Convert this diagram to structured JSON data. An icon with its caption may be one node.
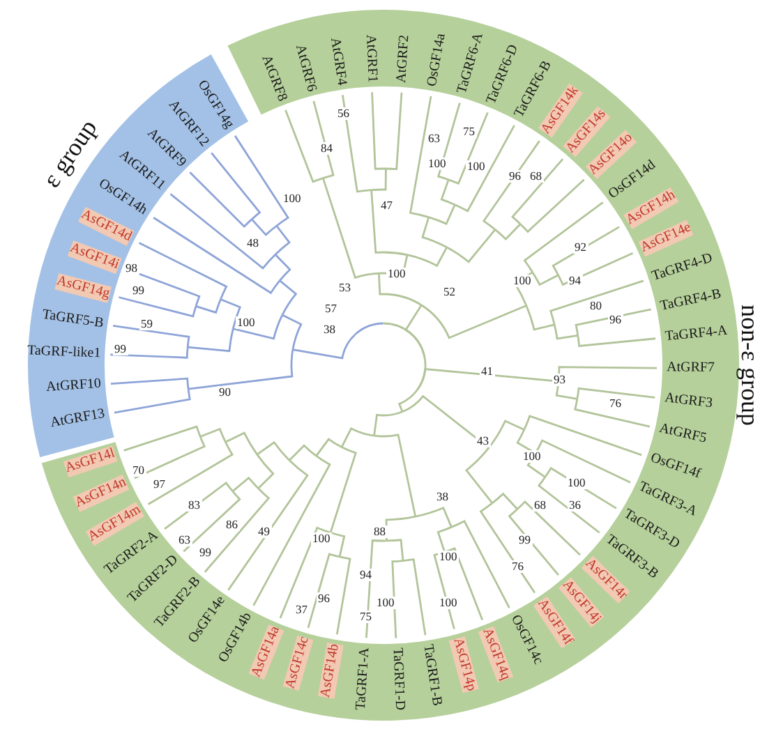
{
  "diagram": {
    "nodes": [
      {
        "text": [
          "ε group",
          "AtGRF13",
          "AtGRF10",
          "TaGRF-like1",
          "TaGRF5-B",
          "AsGF14g",
          "AsGF14i",
          "AsGF14d",
          "OsGF14h",
          "AtGRF11",
          "AtGRF9",
          "AtGRF12",
          "OsGF14g"
        ]
      },
      {
        "text": [
          "non-ε group",
          "AtGRF8",
          "AtGRF6",
          "AtGRF4",
          "AtGRF1",
          "AtGRF2",
          "OsGF14a",
          "TaGRF6-A",
          "TaGRF6-D",
          "TaGRF6-B",
          "AsGF14k",
          "AsGF14s",
          "AsGF14o",
          "OsGF14d",
          "AsGF14h",
          "AsGF14e",
          "TaGRF4-D",
          "TaGRF4-B",
          "TaGRF4-A",
          "AtGRF7",
          "AtGRF3",
          "AtGRF5",
          "OsGF14f",
          "TaGRF3-A",
          "TaGRF3-D",
          "TaGRF3-B",
          "AsGF14r",
          "AsGF14j",
          "AsGF14f",
          "OsGF14c",
          "AsGF14q",
          "AsGF14p",
          "TaGRF1-B",
          "TaGRF1-D",
          "TaGRF1-A",
          "AsGF14b",
          "AsGF14c",
          "AsGF14a",
          "OsGF14b",
          "OsGF14e",
          "TaGRF2-B",
          "TaGRF2-D",
          "TaGRF2-A",
          "AsGF14m",
          "AsGF14n",
          "AsGF14l"
        ]
      }
    ],
    "labels": [
      "56",
      "63",
      "75",
      "84",
      "100",
      "100",
      "96",
      "68",
      "100",
      "47",
      "48",
      "92",
      "98",
      "100",
      "100",
      "94",
      "53",
      "99",
      "52",
      "80",
      "57",
      "96",
      "59",
      "100",
      "38",
      "99",
      "41",
      "93",
      "90",
      "76",
      "43",
      "100",
      "70",
      "100",
      "97",
      "38",
      "83",
      "68",
      "36",
      "86",
      "49",
      "88",
      "100",
      "63",
      "99",
      "99",
      "100",
      "76",
      "94",
      "96",
      "100",
      "100",
      "37",
      "75"
    ]
  }
}
